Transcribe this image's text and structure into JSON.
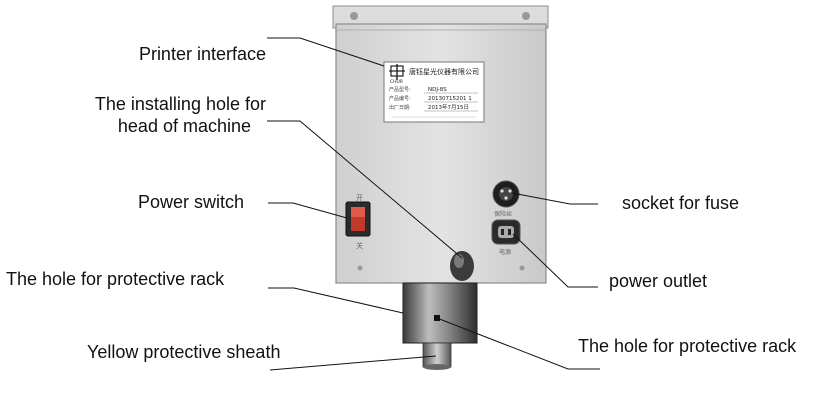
{
  "labels": {
    "printer_interface": "Printer interface",
    "installing_hole_line1": "The installing hole for",
    "installing_hole_line2": "head of machine",
    "power_switch": "Power switch",
    "hole_protective_rack_left": "The hole for protective rack",
    "yellow_sheath": "Yellow protective sheath",
    "socket_fuse": "socket for fuse",
    "power_outlet": "power outlet",
    "hole_protective_rack_right": "The hole for protective rack"
  },
  "nameplate": {
    "title": "唐钰星光仪器有限公司",
    "logo_text": "CHUR",
    "rows": [
      {
        "label": "产品型号:",
        "value": "NDJ-8S"
      },
      {
        "label": "产品编号:",
        "value": "20130715201 1"
      },
      {
        "label": "出厂日期:",
        "value": "2013年7月15日"
      }
    ]
  },
  "switch_marks": {
    "top": "开",
    "bottom": "关"
  },
  "port_marks": {
    "fuse": "保险丝",
    "outlet": "电源"
  },
  "colors": {
    "box": "#d9d9d9",
    "box_edge": "#9a9a9a",
    "switch_red": "#c0392b",
    "cylinder": "#777777"
  }
}
